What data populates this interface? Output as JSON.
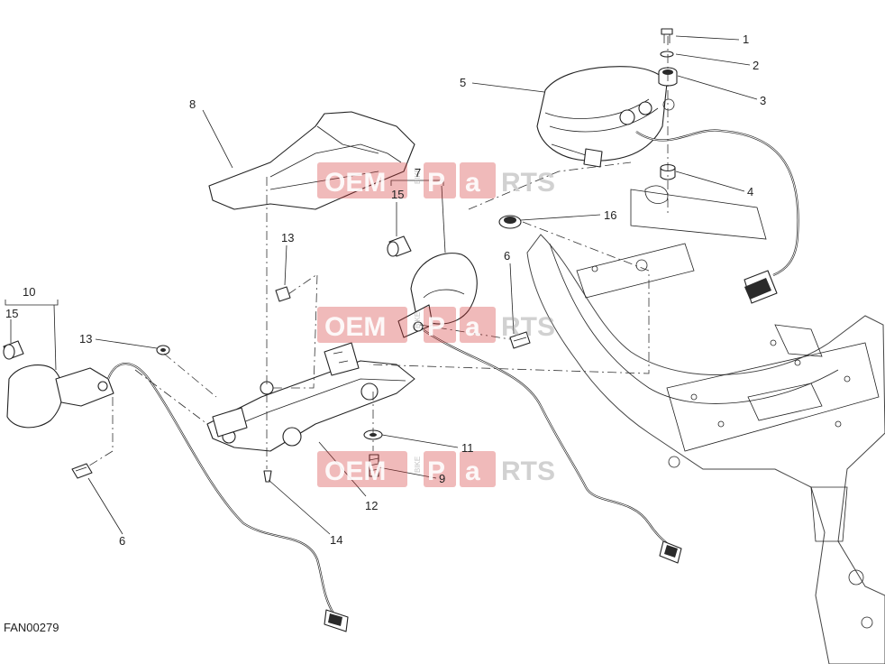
{
  "drawing": {
    "code": "FAN00279"
  },
  "callouts": [
    {
      "id": "c1",
      "label": "1"
    },
    {
      "id": "c2",
      "label": "2"
    },
    {
      "id": "c3",
      "label": "3"
    },
    {
      "id": "c4",
      "label": "4"
    },
    {
      "id": "c5",
      "label": "5"
    },
    {
      "id": "c6a",
      "label": "6"
    },
    {
      "id": "c6b",
      "label": "6"
    },
    {
      "id": "c7",
      "label": "7"
    },
    {
      "id": "c8",
      "label": "8"
    },
    {
      "id": "c9",
      "label": "9"
    },
    {
      "id": "c10",
      "label": "10"
    },
    {
      "id": "c11",
      "label": "11"
    },
    {
      "id": "c12",
      "label": "12"
    },
    {
      "id": "c13a",
      "label": "13"
    },
    {
      "id": "c13b",
      "label": "13"
    },
    {
      "id": "c14",
      "label": "14"
    },
    {
      "id": "c15a",
      "label": "15"
    },
    {
      "id": "c15b",
      "label": "15"
    },
    {
      "id": "c16",
      "label": "16"
    }
  ],
  "watermark": {
    "brand_left": "OEM",
    "brand_small": "BIKE",
    "brand_right_a": "P",
    "brand_right_b": "a",
    "brand_right_c": "RTS"
  }
}
